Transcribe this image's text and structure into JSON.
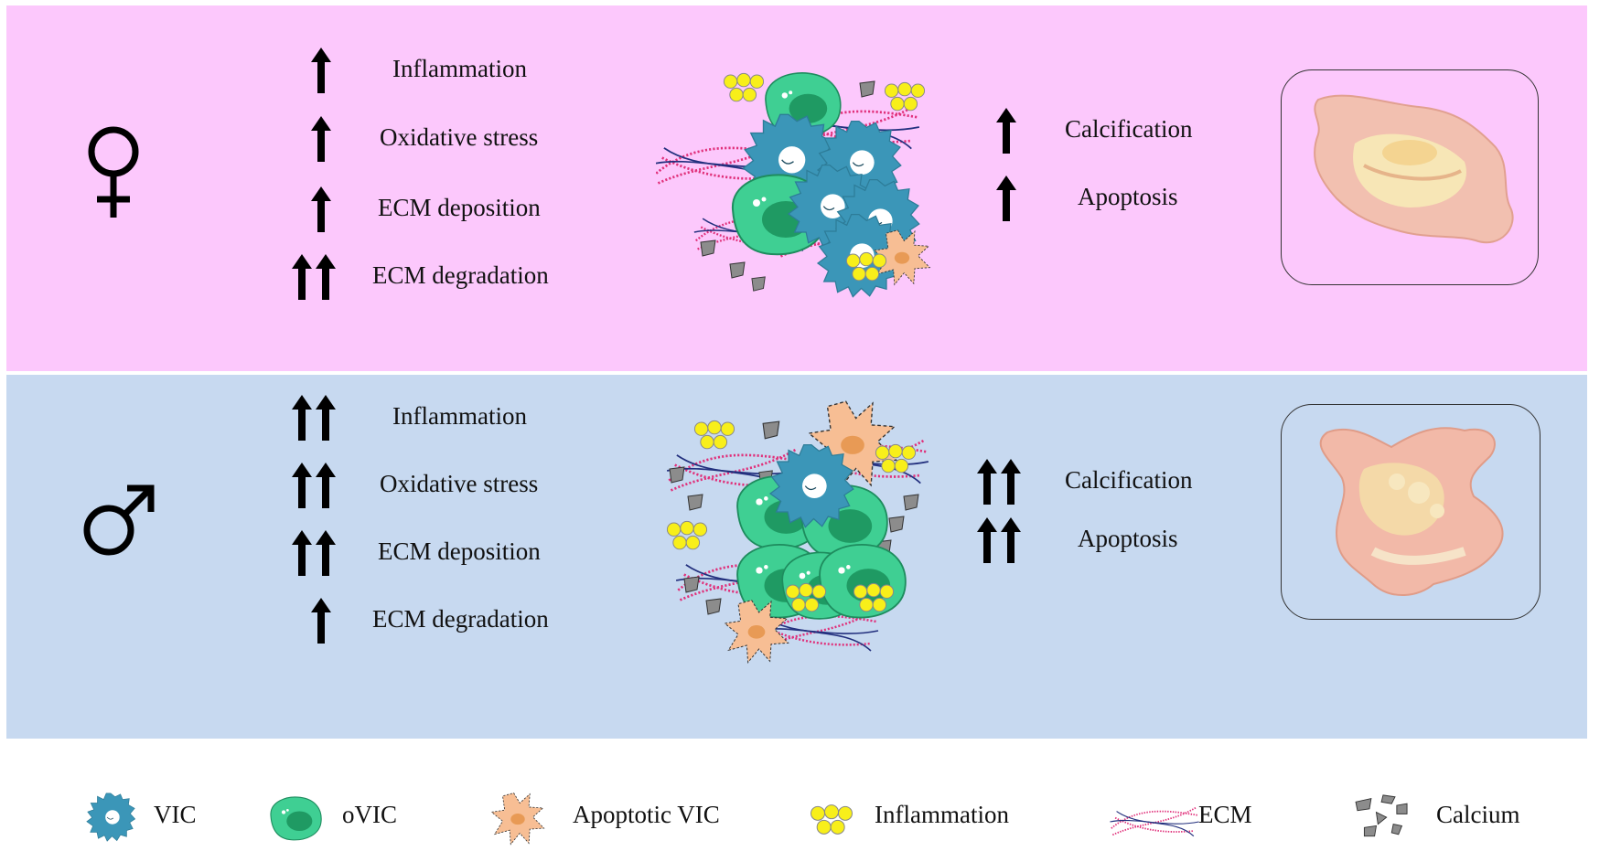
{
  "female": {
    "symbol": "♀",
    "left_effects": [
      {
        "label": "Inflammation",
        "arrows": 1
      },
      {
        "label": "Oxidative stress",
        "arrows": 1
      },
      {
        "label": "ECM deposition",
        "arrows": 1
      },
      {
        "label": "ECM degradation",
        "arrows": 2
      }
    ],
    "right_effects": [
      {
        "label": "Calcification",
        "arrows": 1
      },
      {
        "label": "Apoptosis",
        "arrows": 1
      }
    ],
    "background": "#fcc8fc"
  },
  "male": {
    "symbol": "♂",
    "left_effects": [
      {
        "label": "Inflammation",
        "arrows": 2
      },
      {
        "label": "Oxidative stress",
        "arrows": 2
      },
      {
        "label": "ECM deposition",
        "arrows": 2
      },
      {
        "label": "ECM degradation",
        "arrows": 1
      }
    ],
    "right_effects": [
      {
        "label": "Calcification",
        "arrows": 2
      },
      {
        "label": "Apoptosis",
        "arrows": 2
      }
    ],
    "background": "#c7d9f0"
  },
  "legend": [
    {
      "icon": "vic-cell-icon",
      "label": "VIC"
    },
    {
      "icon": "ovic-cell-icon",
      "label": "oVIC"
    },
    {
      "icon": "apoptotic-vic-icon",
      "label": "Apoptotic VIC"
    },
    {
      "icon": "inflammation-icon",
      "label": "Inflammation"
    },
    {
      "icon": "ecm-fibers-icon",
      "label": "ECM"
    },
    {
      "icon": "calcium-fragments-icon",
      "label": "Calcium"
    }
  ],
  "colors": {
    "vic": "#3b96b8",
    "ovic": "#3fcf93",
    "ovic_nucleus": "#1f9a63",
    "apoptotic": "#f7be94",
    "inflammation": "#f8ef1a",
    "ecm_red": "#e0307a",
    "ecm_blue": "#23307e",
    "calcium": "#8c8c8c"
  }
}
